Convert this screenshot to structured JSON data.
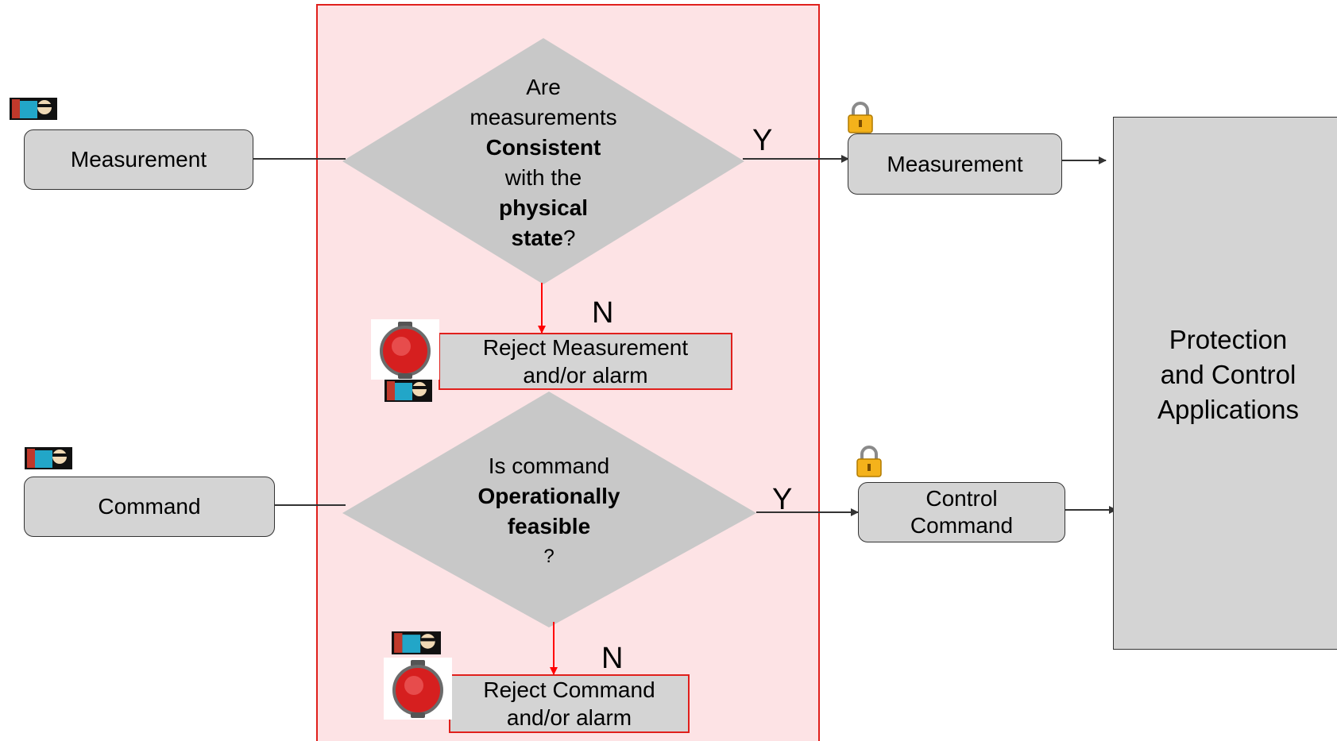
{
  "inputs": {
    "measurement_label": "Measurement",
    "command_label": "Command"
  },
  "decision_measurement": {
    "line1": "Are",
    "line2": "measurements",
    "line3": "Consistent",
    "line4": "with the",
    "line5": "physical",
    "line6_bold": "state",
    "line6_rest": "?"
  },
  "decision_command": {
    "line1": "Is command",
    "line2": "Operationally",
    "line3": "feasible",
    "line4": "?"
  },
  "branch_labels": {
    "yes_top": "Y",
    "no_top": "N",
    "yes_bottom": "Y",
    "no_bottom": "N"
  },
  "reject_measurement": {
    "line1": "Reject Measurement",
    "line2": "and/or alarm"
  },
  "reject_command": {
    "line1": "Reject Command",
    "line2": "and/or alarm"
  },
  "outputs": {
    "measurement_label": "Measurement",
    "control_line1": "Control",
    "control_line2": "Command"
  },
  "applications": {
    "line1": "Protection",
    "line2": "and Control",
    "line3": "Applications"
  },
  "icons": {
    "lock": "padlock-icon",
    "alarm": "alarm-bell-icon",
    "attacker": "hacker-icon"
  },
  "colors": {
    "zone_fill": "#fde3e5",
    "zone_border": "#e0201c",
    "shape_fill": "#d4d4d4",
    "diamond_fill": "#c8c8c8",
    "reject_arrow": "#ff0000"
  }
}
